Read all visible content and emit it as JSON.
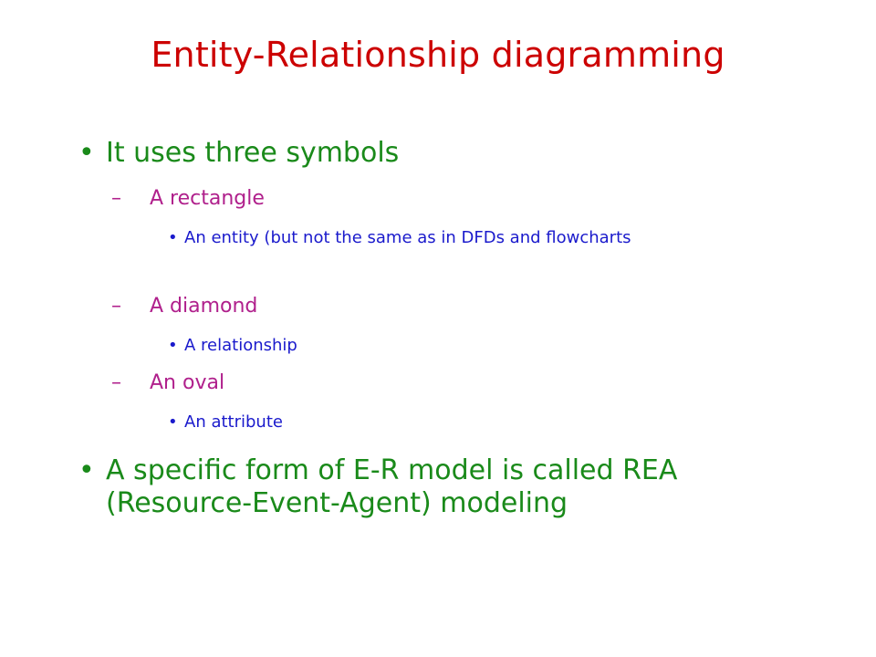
{
  "colors": {
    "title": "#cc0000",
    "level1": "#1a8a1a",
    "level2": "#b0208c",
    "level3": "#1a1acc"
  },
  "slide": {
    "title": "Entity-Relationship diagramming",
    "bullets": [
      {
        "marker": "•",
        "text": "It uses three symbols",
        "sub": [
          {
            "marker": "–",
            "text": "A rectangle",
            "sub": [
              {
                "marker": "•",
                "text": "An entity (but not the same as in DFDs and flowcharts"
              }
            ]
          },
          {
            "marker": "–",
            "text": "A diamond",
            "sub": [
              {
                "marker": "•",
                "text": "A relationship"
              }
            ]
          },
          {
            "marker": "–",
            "text": "An oval",
            "sub": [
              {
                "marker": "•",
                "text": "An attribute"
              }
            ]
          }
        ]
      },
      {
        "marker": "•",
        "text": "A specific form of E-R model is called REA (Resource-Event-Agent) modeling"
      }
    ]
  }
}
